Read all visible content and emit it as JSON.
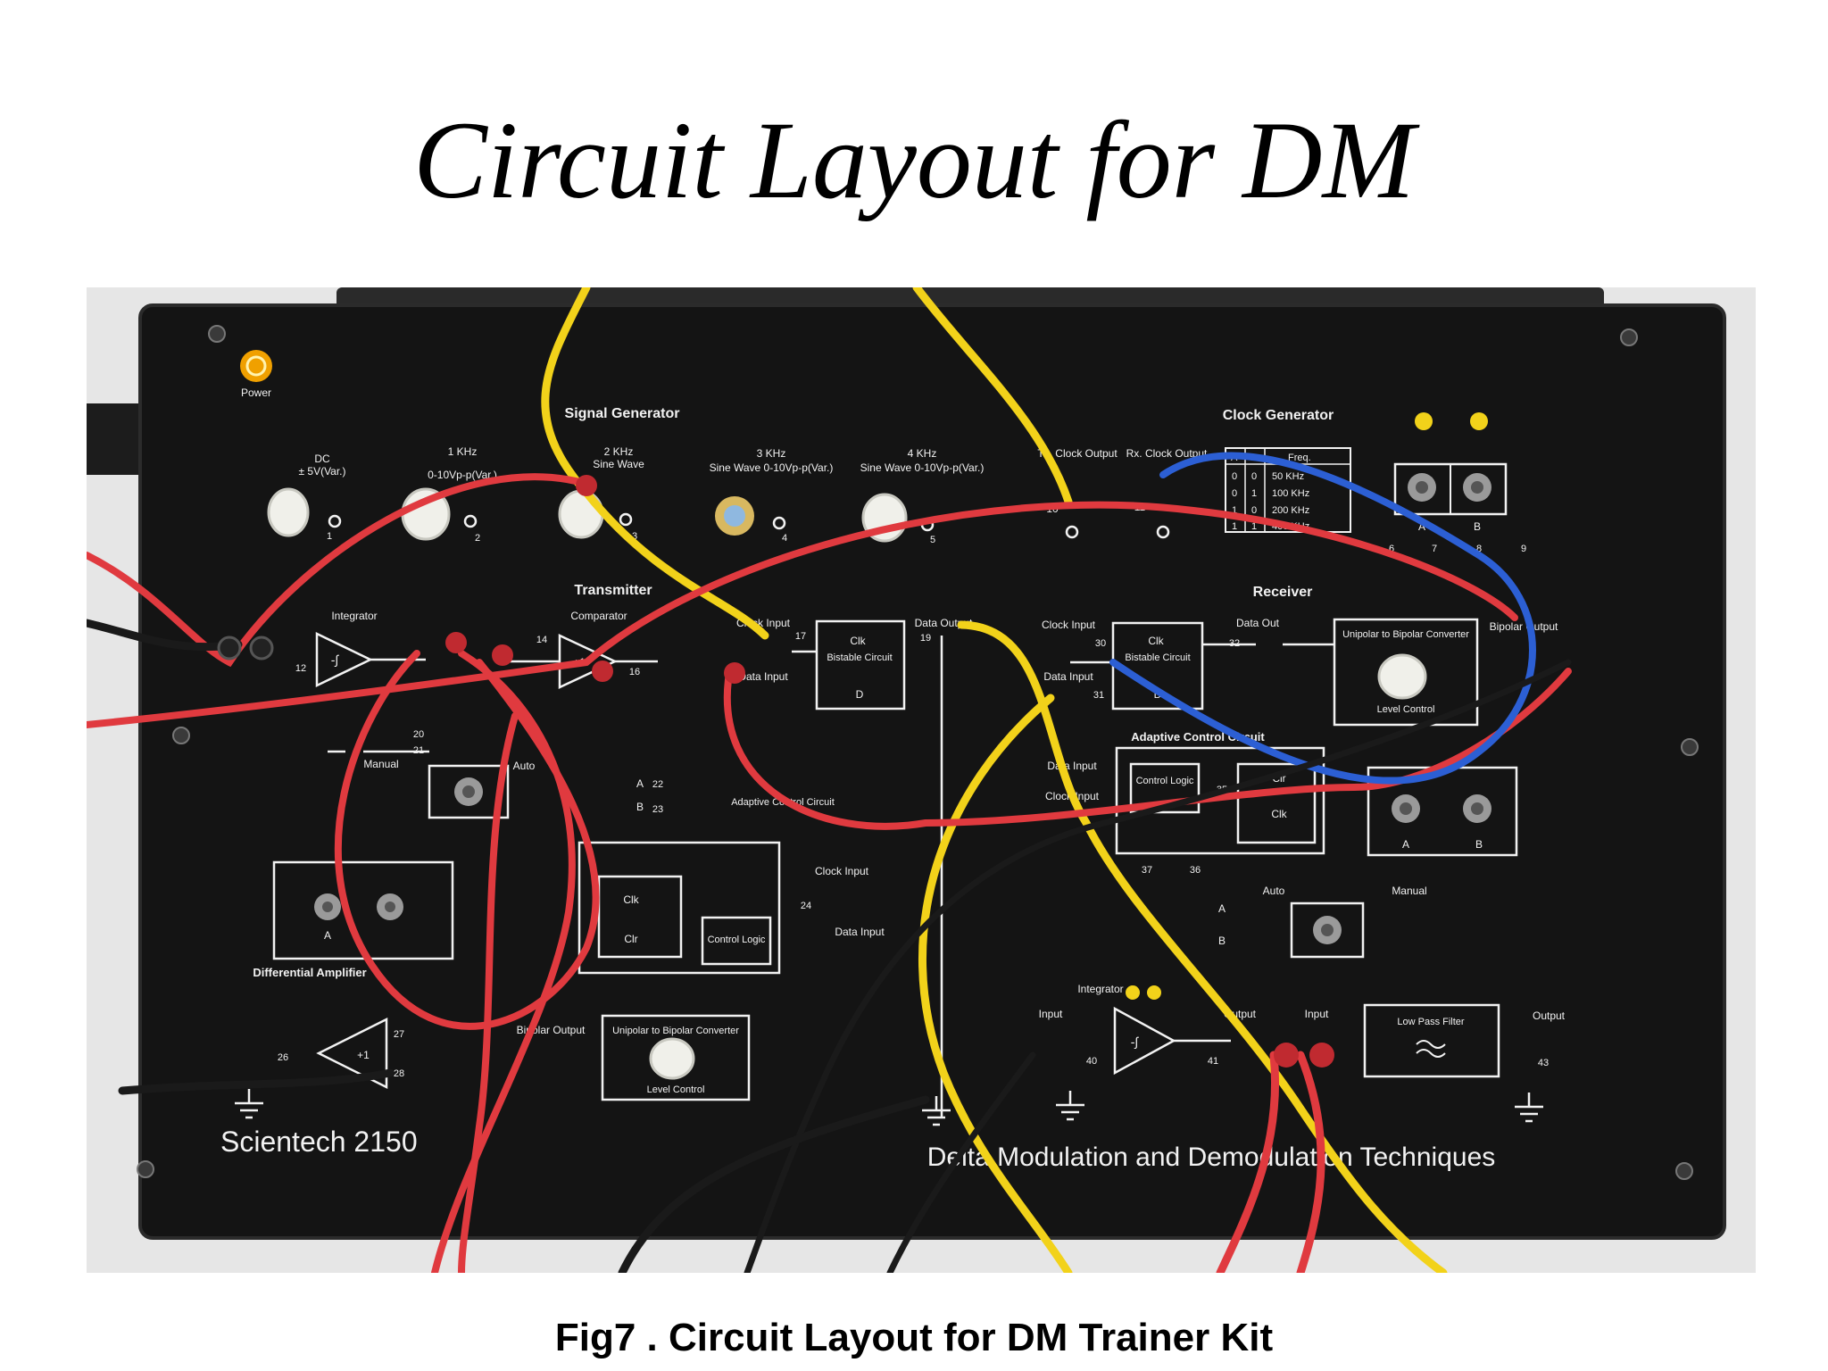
{
  "slide": {
    "title": "Circuit Layout for DM",
    "caption": "Fig7 .  Circuit Layout for DM Trainer Kit"
  },
  "board": {
    "power_label": "Power",
    "brand": "Scientech 2150",
    "product": "Delta Modulation and Demodulation Techniques",
    "colors": {
      "board": "#141414",
      "text": "#f2f2f2",
      "wire_red": "#e03a3f",
      "wire_yellow": "#f2d21a",
      "wire_blue": "#2c5fd4",
      "wire_black": "#1a1a1a"
    },
    "sections": {
      "signal_generator": "Signal Generator",
      "transmitter": "Transmitter",
      "receiver": "Receiver",
      "clock_generator": "Clock Generator",
      "adaptive_control_circuit": "Adaptive Control Circuit",
      "differential_amplifier": "Differential Amplifier"
    },
    "signal_sources": [
      {
        "name": "DC",
        "spec": "± 5V(Var.)",
        "pin": "1"
      },
      {
        "name": "1 KHz",
        "spec": "0-10Vp-p(Var.)",
        "pin": "2"
      },
      {
        "name": "2 KHz",
        "spec": "Sine Wave",
        "pin": "3"
      },
      {
        "name": "3 KHz",
        "spec": "Sine Wave 0-10Vp-p(Var.)",
        "pin": "4"
      },
      {
        "name": "4 KHz",
        "spec": "Sine Wave 0-10Vp-p(Var.)",
        "pin": "5"
      }
    ],
    "clock": {
      "tx_clock": "Tx. Clock Output",
      "rx_clock": "Rx. Clock Output",
      "table_headers": [
        "A",
        "B",
        "Freq."
      ],
      "table_rows": [
        [
          "0",
          "0",
          "50 KHz"
        ],
        [
          "0",
          "1",
          "100 KHz"
        ],
        [
          "1",
          "0",
          "200 KHz"
        ],
        [
          "1",
          "1",
          "400 KHz"
        ]
      ],
      "pins": [
        "6",
        "7",
        "8",
        "9"
      ]
    },
    "labels": {
      "integrator": "Integrator",
      "comparator": "Comparator",
      "clock_input": "Clock Input",
      "data_input": "Data Input",
      "data_output": "Data Output",
      "data_out": "Data Out",
      "bistable": "Bistable Circuit",
      "clk": "Clk",
      "clr": "Clr",
      "d": "D",
      "manual": "Manual",
      "auto": "Auto",
      "adaptive_control": "Adaptive Control Circuit",
      "control_logic": "Control Logic",
      "unipolar_to_bipolar": "Unipolar to Bipolar Converter",
      "level_control": "Level Control",
      "bipolar_output": "Bipolar Output",
      "input": "Input",
      "output": "Output",
      "low_pass_filter": "Low Pass Filter",
      "switch_a": "A",
      "switch_b": "B",
      "plus_one": "+1",
      "integral": "-∫"
    },
    "pins": {
      "p10": "10",
      "p11": "11",
      "p12": "12",
      "p14": "14",
      "p16": "16",
      "p17": "17",
      "p19": "19",
      "p20": "20",
      "p21": "21",
      "p22": "22",
      "p23": "23",
      "p24": "24",
      "p26": "26",
      "p27": "27",
      "p28": "28",
      "p30": "30",
      "p31": "31",
      "p32": "32",
      "p35": "35",
      "p36": "36",
      "p37": "37",
      "p40": "40",
      "p41": "41",
      "p43": "43"
    }
  }
}
